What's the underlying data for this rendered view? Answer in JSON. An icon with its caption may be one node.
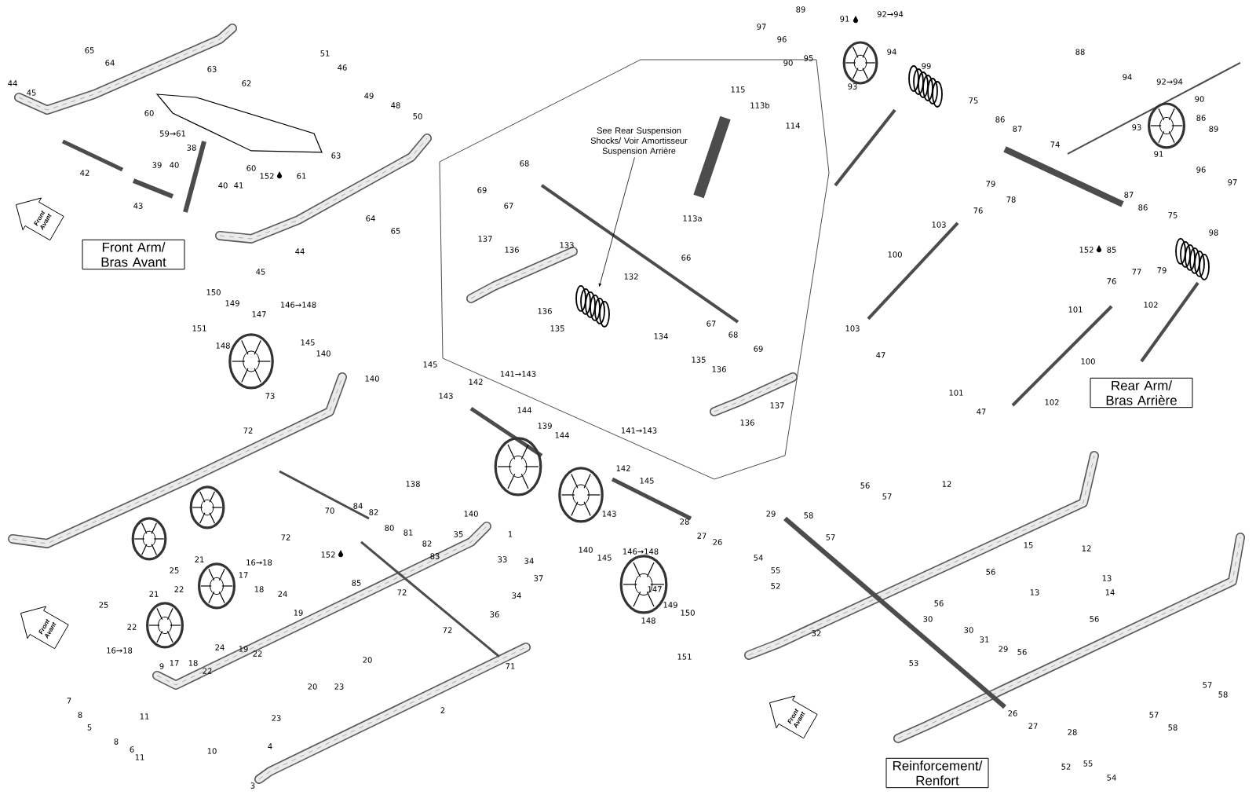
{
  "diagram": {
    "nodes": [
      {
        "text": [
          "Front Arm/ Bras Avant"
        ]
      },
      {
        "text": [
          "Rear Arm/ Bras Arrière"
        ]
      },
      {
        "text": [
          "Reinforcement/ Renfort"
        ]
      },
      {
        "text": [
          "See Rear Suspension Shocks/ Voir Amortisseur Suspension Arrière"
        ]
      },
      {
        "text": [
          "Front Avant"
        ]
      },
      {
        "text": [
          "Front Avant"
        ]
      },
      {
        "text": [
          "Front Avant"
        ]
      },
      {
        "text": [],
        "shape": "picture"
      }
    ],
    "edges": [
      {
        "from": 3,
        "to": 7,
        "arrow": "to"
      }
    ],
    "labels": [
      "65",
      "64",
      "44",
      "45",
      "63",
      "62",
      "51",
      "46",
      "49",
      "48",
      "50",
      "60",
      "59→61",
      "38",
      "39",
      "40",
      "42",
      "63",
      "60",
      "152",
      "61",
      "40",
      "41",
      "43",
      "64",
      "65",
      "44",
      "45",
      "97",
      "89",
      "91",
      "96",
      "95",
      "90",
      "92→94",
      "94",
      "93",
      "99",
      "88",
      "94",
      "92→94",
      "90",
      "86",
      "93",
      "89",
      "91",
      "96",
      "97",
      "75",
      "86",
      "87",
      "74",
      "115",
      "113b",
      "114",
      "68",
      "69",
      "67",
      "113a",
      "137",
      "136",
      "133",
      "66",
      "132",
      "136",
      "135",
      "134",
      "67",
      "68",
      "69",
      "135",
      "136",
      "137",
      "136",
      "79",
      "78",
      "76",
      "103",
      "87",
      "86",
      "75",
      "98",
      "152",
      "85",
      "77",
      "79",
      "100",
      "76",
      "101",
      "102",
      "103",
      "47",
      "100",
      "101",
      "47",
      "102",
      "150",
      "149",
      "147",
      "146→148",
      "151",
      "148",
      "145",
      "140",
      "140",
      "73",
      "72",
      "145",
      "141→143",
      "142",
      "143",
      "144",
      "139",
      "144",
      "141→143",
      "142",
      "145",
      "143",
      "138",
      "70",
      "84",
      "82",
      "80",
      "81",
      "72",
      "152",
      "85",
      "72",
      "140",
      "1",
      "82",
      "83",
      "35",
      "33",
      "34",
      "37",
      "34",
      "36",
      "72",
      "71",
      "2",
      "140",
      "145",
      "146→148",
      "147",
      "149",
      "150",
      "148",
      "151",
      "21",
      "16→18",
      "25",
      "22",
      "17",
      "18",
      "24",
      "25",
      "21",
      "19",
      "22",
      "24",
      "16→18",
      "19",
      "22",
      "17",
      "18",
      "20",
      "22",
      "9",
      "20",
      "23",
      "7",
      "8",
      "11",
      "23",
      "5",
      "8",
      "4",
      "6",
      "10",
      "11",
      "3",
      "28",
      "27",
      "26",
      "56",
      "12",
      "57",
      "29",
      "58",
      "57",
      "54",
      "55",
      "52",
      "56",
      "15",
      "12",
      "13",
      "13",
      "14",
      "56",
      "30",
      "56",
      "30",
      "32",
      "31",
      "29",
      "56",
      "53",
      "57",
      "58",
      "26",
      "57",
      "27",
      "28",
      "58",
      "52",
      "55",
      "54"
    ]
  }
}
